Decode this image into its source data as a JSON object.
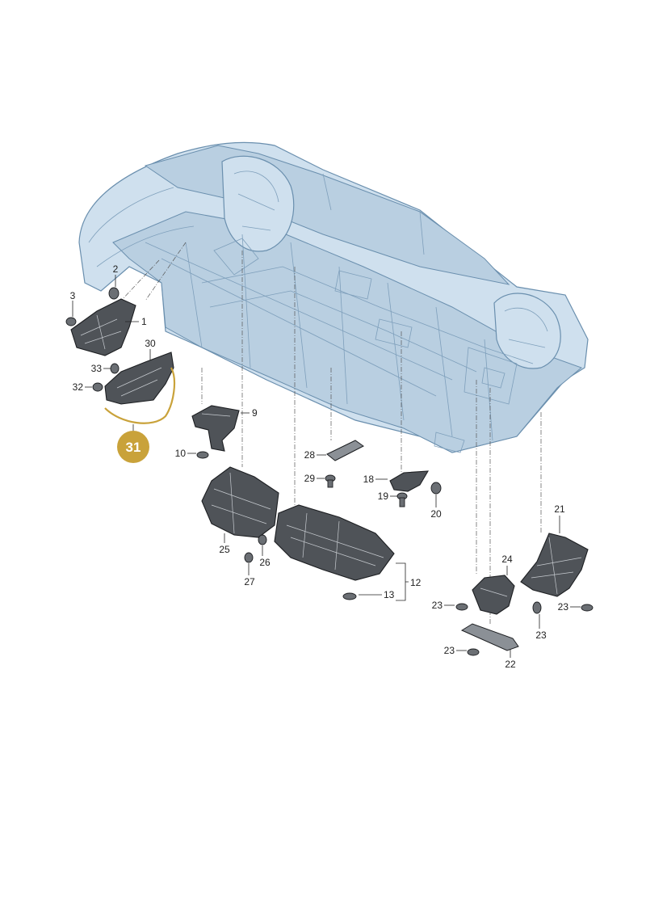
{
  "callout": {
    "label": "31",
    "color": "#c9a23a"
  },
  "part_labels": {
    "p1": "1",
    "p2": "2",
    "p3": "3",
    "p9": "9",
    "p10": "10",
    "p12": "12",
    "p13": "13",
    "p18": "18",
    "p19": "19",
    "p20": "20",
    "p21": "21",
    "p22": "22",
    "p23a": "23",
    "p23b": "23",
    "p23c": "23",
    "p23d": "23",
    "p24": "24",
    "p25": "25",
    "p26": "26",
    "p27": "27",
    "p28": "28",
    "p29": "29",
    "p30": "30",
    "p32": "32",
    "p33": "33"
  },
  "colors": {
    "car_body": "#cfe0ee",
    "car_outline": "#6a8fae",
    "parts": "#4f5358"
  }
}
